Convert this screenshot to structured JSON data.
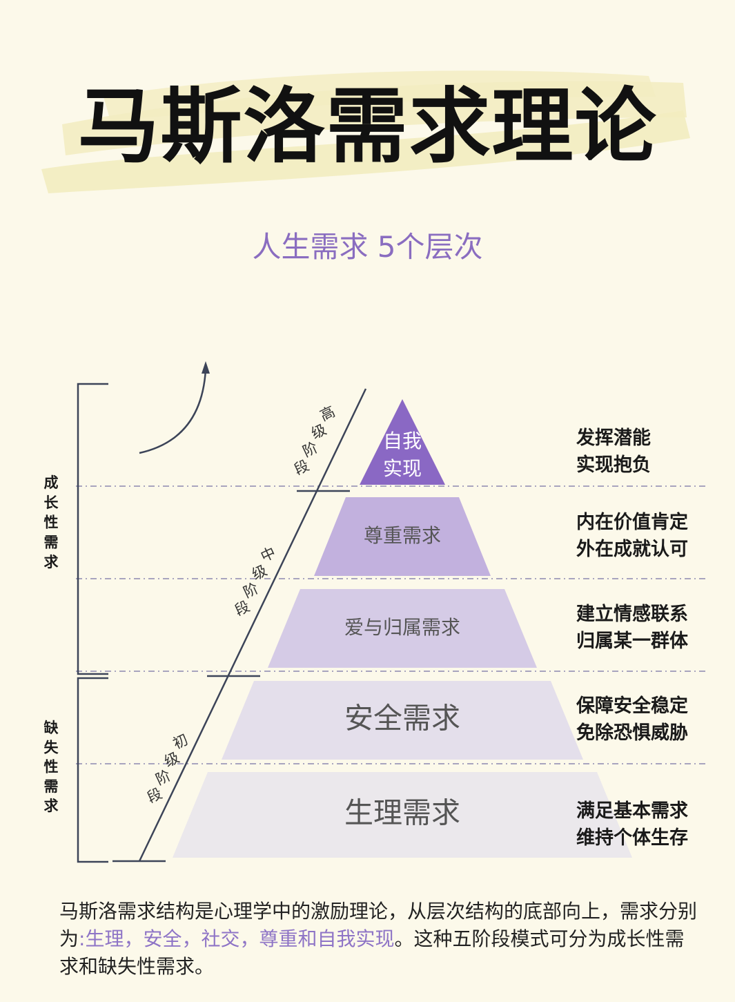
{
  "header": {
    "title": "马斯洛需求理论",
    "subtitle": "人生需求 5个层次"
  },
  "colors": {
    "background": "#fcf9ea",
    "title_highlight": "#f2ecc0",
    "accent": "#8e74c6",
    "axis_line": "#3c4458",
    "dashed_line": "#8b88b0"
  },
  "side_groups": [
    {
      "id": "growth",
      "label": "成长性需求",
      "spans_levels": [
        1,
        3
      ]
    },
    {
      "id": "deficiency",
      "label": "缺失性需求",
      "spans_levels": [
        4,
        5
      ]
    }
  ],
  "stages": [
    {
      "id": "advanced",
      "label": "高级阶段"
    },
    {
      "id": "middle",
      "label": "中级阶段"
    },
    {
      "id": "primary",
      "label": "初级阶段"
    }
  ],
  "levels": [
    {
      "id": "self-actualization",
      "label_lines": [
        "自我",
        "实现"
      ],
      "color": "#8a68c4",
      "text_color": "#ffffff",
      "desc_lines": [
        "发挥潜能",
        "实现抱负"
      ]
    },
    {
      "id": "esteem",
      "label_lines": [
        "尊重需求"
      ],
      "color": "#c2b1de",
      "text_color": "#555555",
      "desc_lines": [
        "内在价值肯定",
        "外在成就认可"
      ]
    },
    {
      "id": "love",
      "label_lines": [
        "爱与归属需求"
      ],
      "color": "#d5cbe6",
      "text_color": "#555555",
      "desc_lines": [
        "建立情感联系",
        "归属某一群体"
      ]
    },
    {
      "id": "safety",
      "label_lines": [
        "安全需求"
      ],
      "color": "#e4dfeb",
      "text_color": "#555555",
      "desc_lines": [
        "保障安全稳定",
        "免除恐惧威胁"
      ]
    },
    {
      "id": "physiological",
      "label_lines": [
        "生理需求"
      ],
      "color": "#ebe8ec",
      "text_color": "#555555",
      "desc_lines": [
        "满足基本需求",
        "维持个体生存"
      ]
    }
  ],
  "description": {
    "before": "马斯洛需求结构是心理学中的激励理论，从层次结构的底部向上，需求分别为",
    "highlight": ":生理，安全，社交，尊重和自我实现",
    "after": "。这种五阶段模式可分为成长性需求和缺失性需求。"
  }
}
